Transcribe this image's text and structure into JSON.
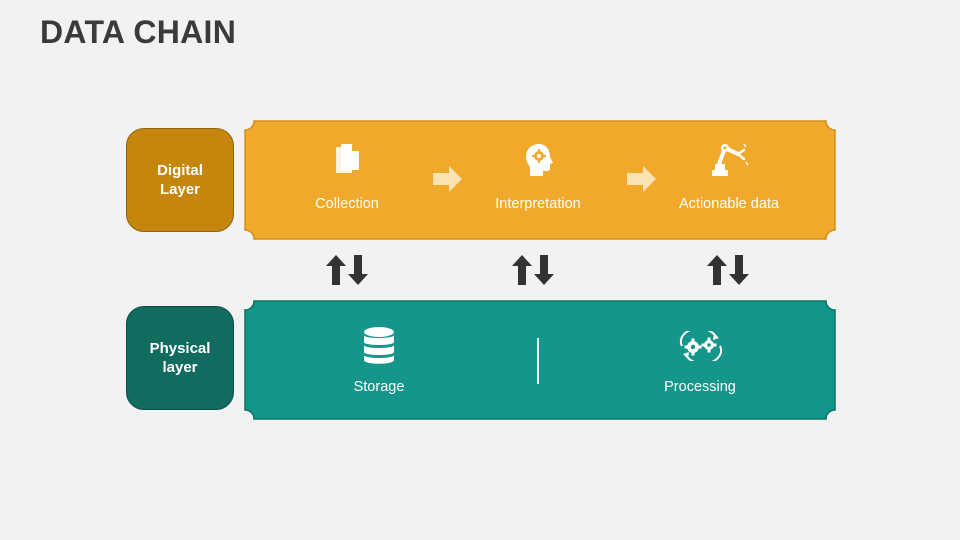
{
  "title": "DATA CHAIN",
  "layers": {
    "digital": {
      "label": "Digital\nLayer",
      "color": "#c5860e",
      "panel_color": "#f0a92a"
    },
    "physical": {
      "label": "Physical\nlayer",
      "color": "#126b5f",
      "panel_color": "#14968a"
    }
  },
  "digital_steps": [
    {
      "label": "Collection",
      "icon": "document-icon"
    },
    {
      "label": "Interpretation",
      "icon": "head-gear-icon"
    },
    {
      "label": "Actionable data",
      "icon": "robot-arm-icon"
    }
  ],
  "physical_steps": [
    {
      "label": "Storage",
      "icon": "database-icon"
    },
    {
      "label": "Processing",
      "icon": "gears-cycle-icon"
    }
  ],
  "connectors": [
    {
      "direction": "up-down"
    },
    {
      "direction": "up-down"
    },
    {
      "direction": "up-down"
    }
  ]
}
